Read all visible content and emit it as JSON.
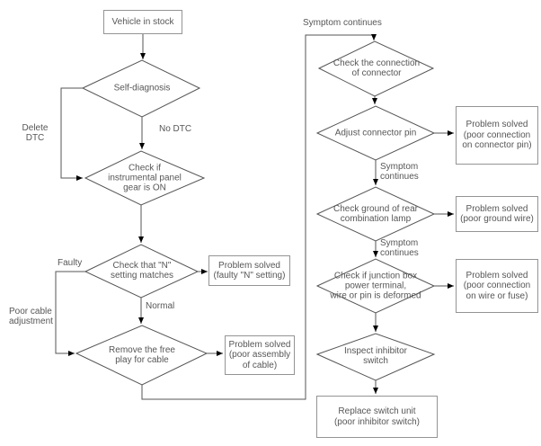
{
  "nodes": {
    "vehicle_in_stock": "Vehicle in stock",
    "self_diagnosis": "Self-diagnosis",
    "panel_gear": "Check if\ninstrumental panel\ngear is ON",
    "n_setting": "Check that \"N\"\nsetting matches",
    "free_play": "Remove the free\nplay for cable",
    "solved_n_setting": "Problem solved\n(faulty \"N\" setting)",
    "solved_cable": "Problem solved\n(poor assembly\nof cable)",
    "check_connector": "Check the connection\nof connector",
    "adjust_pin": "Adjust connector pin",
    "solved_pin": "Problem solved\n(poor connection\non connector pin)",
    "check_ground": "Check ground of rear\ncombination lamp",
    "solved_ground": "Problem solved\n(poor ground wire)",
    "check_junction": "Check if junction box\npower terminal,\nwire or pin is deformed",
    "solved_fuse": "Problem solved\n(poor connection\non wire or fuse)",
    "inspect_inhibitor": "Inspect inhibitor\nswitch",
    "replace_switch": "Replace switch unit\n(poor inhibitor switch)"
  },
  "edge_labels": {
    "delete_dtc": "Delete\nDTC",
    "no_dtc": "No DTC",
    "faulty": "Faulty",
    "normal": "Normal",
    "poor_cable": "Poor cable\nadjustment",
    "symptom_top": "Symptom continues",
    "symptom_mid1": "Symptom\ncontinues",
    "symptom_mid2": "Symptom\ncontinues"
  },
  "colors": {
    "line": "#555555",
    "box_border": "#949494",
    "text": "#565656",
    "arrow": "#000000",
    "background": "#ffffff"
  }
}
